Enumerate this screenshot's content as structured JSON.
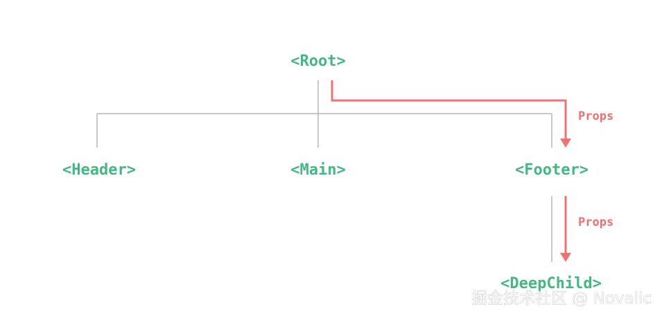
{
  "colors": {
    "node": "#42b883",
    "tree_line": "#b5b5b5",
    "props_arrow": "#f66f6f",
    "watermark": "#ffffff",
    "background": "#ffffff"
  },
  "nodes": {
    "root": "<Root>",
    "header": "<Header>",
    "main": "<Main>",
    "footer": "<Footer>",
    "deep_child": "<DeepChild>"
  },
  "arrows": {
    "root_to_footer": "Props",
    "footer_to_deep_child": "Props"
  },
  "watermark": "掘金技术社区 @ Novalic"
}
